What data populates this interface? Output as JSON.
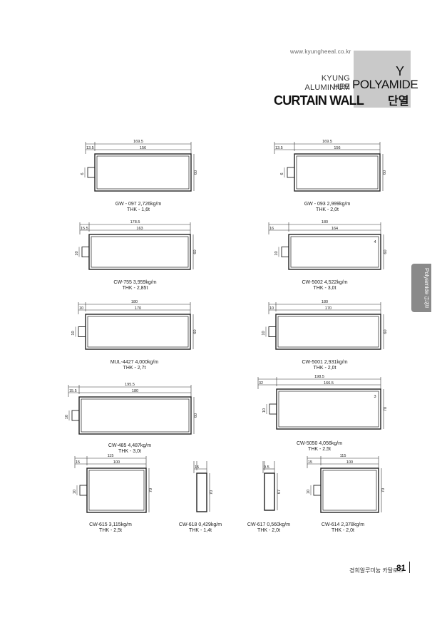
{
  "header": {
    "url": "www.kyungheeal.co.kr",
    "brand_line1": "KYUNG HEE",
    "brand_line2": "ALUMINIUM",
    "category_line1": "Y",
    "category_line2": "POLYAMIDE",
    "category_line3": "단열",
    "page_title": "CURTAIN WALL"
  },
  "side_tab": {
    "label": "Polyamide 단열"
  },
  "footer": {
    "label": "경희알루미늄 카탈로그",
    "page_number": "81"
  },
  "profiles": [
    {
      "id": "gw097-16",
      "total": "169.5",
      "left_dim": "13.5",
      "inner": "156",
      "height": "60",
      "small": "6",
      "extra": "",
      "code": "GW - 097",
      "weight": "2,726kg/m",
      "thk": "THK - 1,6t"
    },
    {
      "id": "gw093-20",
      "total": "169.5",
      "left_dim": "13.5",
      "inner": "156",
      "height": "60",
      "small": "6",
      "extra": "",
      "code": "GW - 093",
      "weight": "2,999kg/m",
      "thk": "THK - 2,0t"
    },
    {
      "id": "cw755",
      "total": "178.5",
      "left_dim": "15.5",
      "inner": "163",
      "height": "60",
      "small": "10",
      "extra": "",
      "code": "CW-755",
      "weight": "3,959kg/m",
      "thk": "THK - 2,85t"
    },
    {
      "id": "cw5002",
      "total": "180",
      "left_dim": "16",
      "inner": "164",
      "height": "60",
      "small": "10",
      "extra": "4",
      "code": "CW-5002",
      "weight": "4,522kg/m",
      "thk": "THK - 3,0t"
    },
    {
      "id": "mul4427",
      "total": "180",
      "left_dim": "10",
      "inner": "170",
      "height": "60",
      "small": "10",
      "extra": "",
      "code": "MUL-4427",
      "weight": "4,000kg/m",
      "thk": "THK - 2,7t"
    },
    {
      "id": "cw5001",
      "total": "180",
      "left_dim": "10",
      "inner": "170",
      "height": "60",
      "small": "10",
      "extra": "",
      "code": "CW-5001",
      "weight": "2,931kg/m",
      "thk": "THK - 2,0t"
    },
    {
      "id": "cw485",
      "total": "195.5",
      "left_dim": "15.5",
      "inner": "180",
      "height": "60",
      "small": "10",
      "extra": "",
      "code": "CW-485",
      "weight": "4,487kg/m",
      "thk": "THK - 3,0t"
    },
    {
      "id": "cw5050",
      "total": "198.5",
      "left_dim": "32",
      "inner": "166.5",
      "height": "70",
      "small": "10",
      "extra": "3",
      "code": "CW-5050",
      "weight": "4,056kg/m",
      "thk": "THK - 2,5t"
    },
    {
      "id": "cw615",
      "total": "115",
      "left_dim": "15",
      "inner": "100",
      "height": "70",
      "small": "10",
      "extra": "",
      "code": "CW-615",
      "weight": "3,115kg/m",
      "thk": "THK - 2,5t"
    },
    {
      "id": "cw618",
      "total": "",
      "left_dim": "15",
      "inner": "",
      "height": "70",
      "small": "",
      "extra": "",
      "code": "CW-618",
      "weight": "0,429kg/m",
      "thk": "THK - 1,4t"
    },
    {
      "id": "cw617",
      "total": "",
      "left_dim": "9.5",
      "inner": "",
      "height": "67",
      "small": "",
      "extra": "",
      "code": "CW-617",
      "weight": "0,560kg/m",
      "thk": "THK - 2,0t"
    },
    {
      "id": "cw614",
      "total": "115",
      "left_dim": "15",
      "inner": "100",
      "height": "70",
      "small": "10",
      "extra": "",
      "code": "CW-614",
      "weight": "2,378kg/m",
      "thk": "THK - 2,0t"
    }
  ],
  "colors": {
    "rule": "#333333",
    "tab": "#8a8a8a",
    "header_box": "#c9c9c9"
  }
}
